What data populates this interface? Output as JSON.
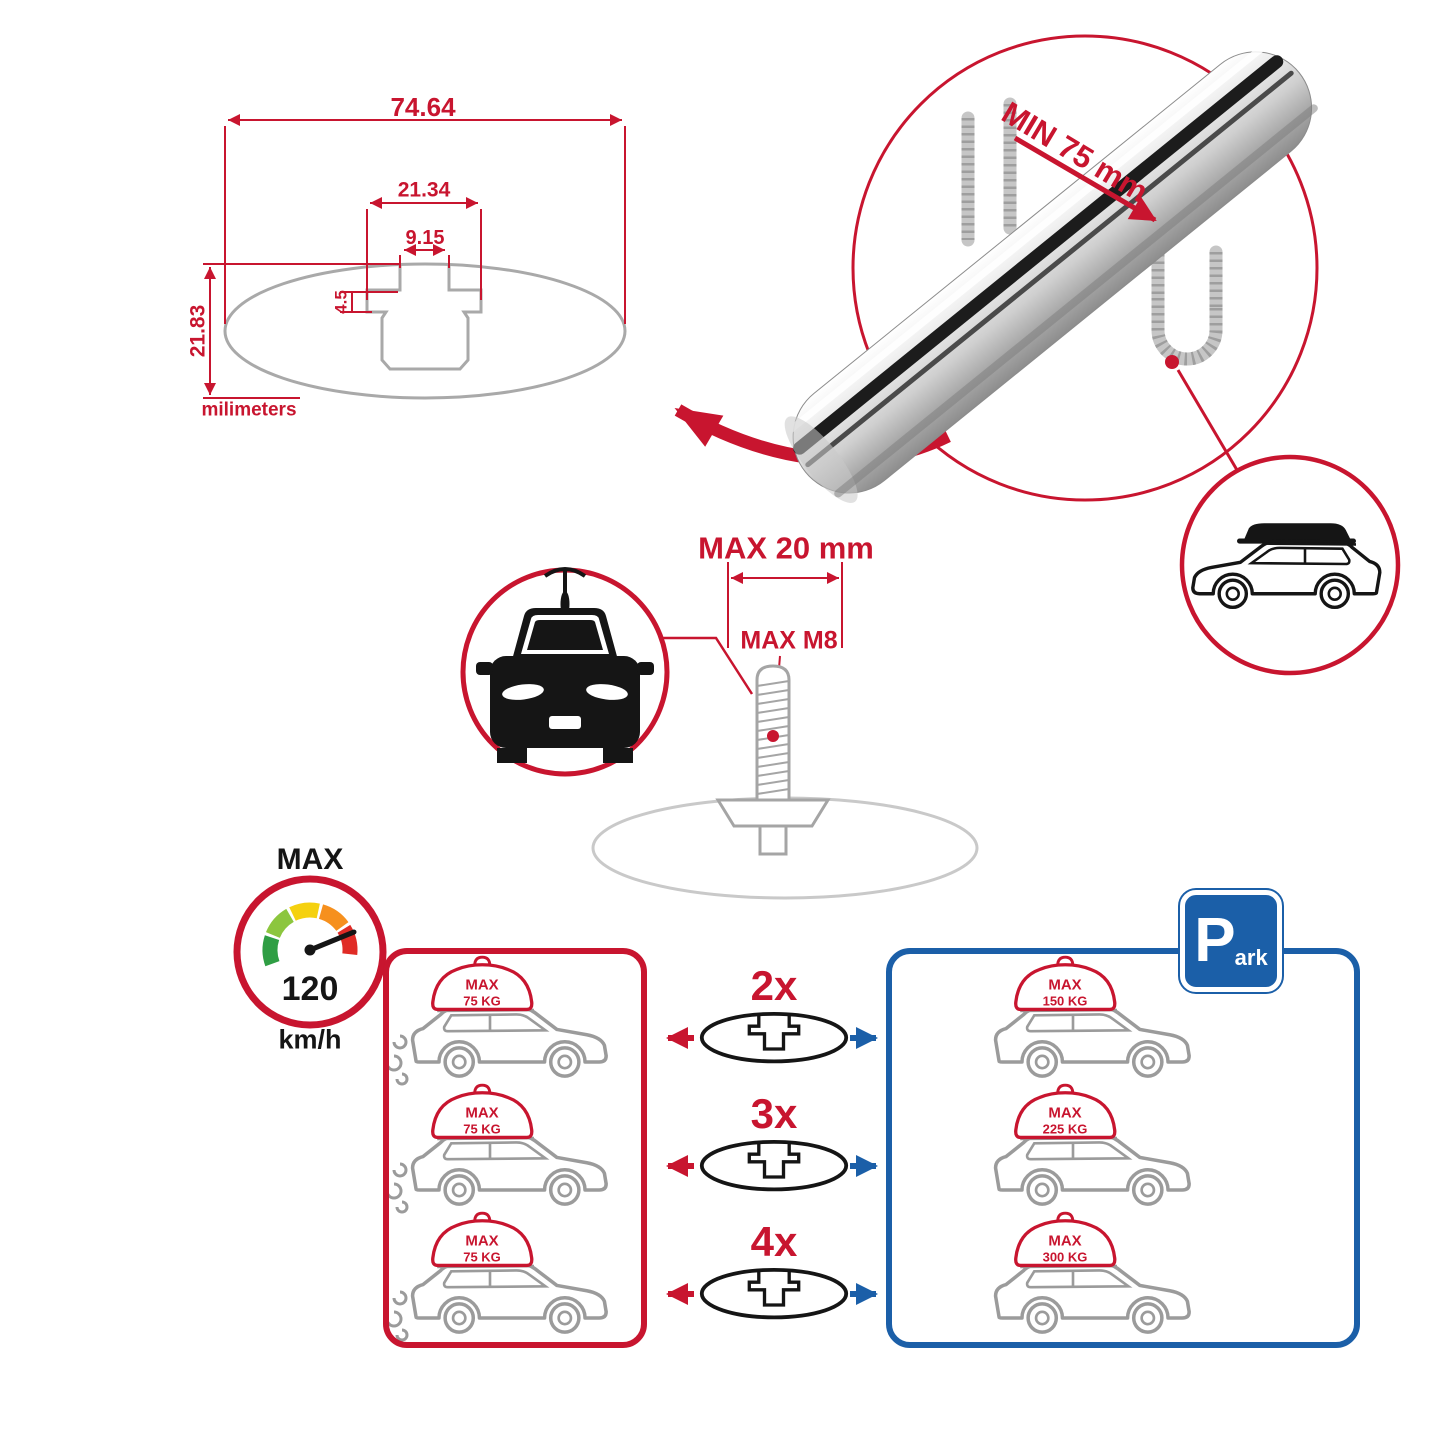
{
  "colors": {
    "red": "#c8152f",
    "blue": "#1b5fa8",
    "line_gray": "#9b9b9b",
    "metal_dark": "#1c1c1c"
  },
  "tech_drawing": {
    "total_width": "74.64",
    "upper_width": "21.34",
    "slot_width": "9.15",
    "slot_depth": "4.5",
    "height": "21.83",
    "unit": "milimeters"
  },
  "clamp_note": {
    "label": "MIN 75 mm"
  },
  "bolt_note": {
    "length": "MAX 20 mm",
    "thread": "MAX M8"
  },
  "speed_limit": {
    "title": "MAX",
    "value": "120",
    "unit": "km/h"
  },
  "parking_sign": {
    "letter": "P",
    "suffix": "ark"
  },
  "driving_panel": {
    "loads": [
      {
        "title": "MAX",
        "weight": "75 KG"
      },
      {
        "title": "MAX",
        "weight": "75 KG"
      },
      {
        "title": "MAX",
        "weight": "75 KG"
      }
    ]
  },
  "parked_panel": {
    "loads": [
      {
        "title": "MAX",
        "weight": "150 KG"
      },
      {
        "title": "MAX",
        "weight": "225 KG"
      },
      {
        "title": "MAX",
        "weight": "300 KG"
      }
    ]
  },
  "bar_counts": [
    {
      "label": "2x"
    },
    {
      "label": "3x"
    },
    {
      "label": "4x"
    }
  ]
}
